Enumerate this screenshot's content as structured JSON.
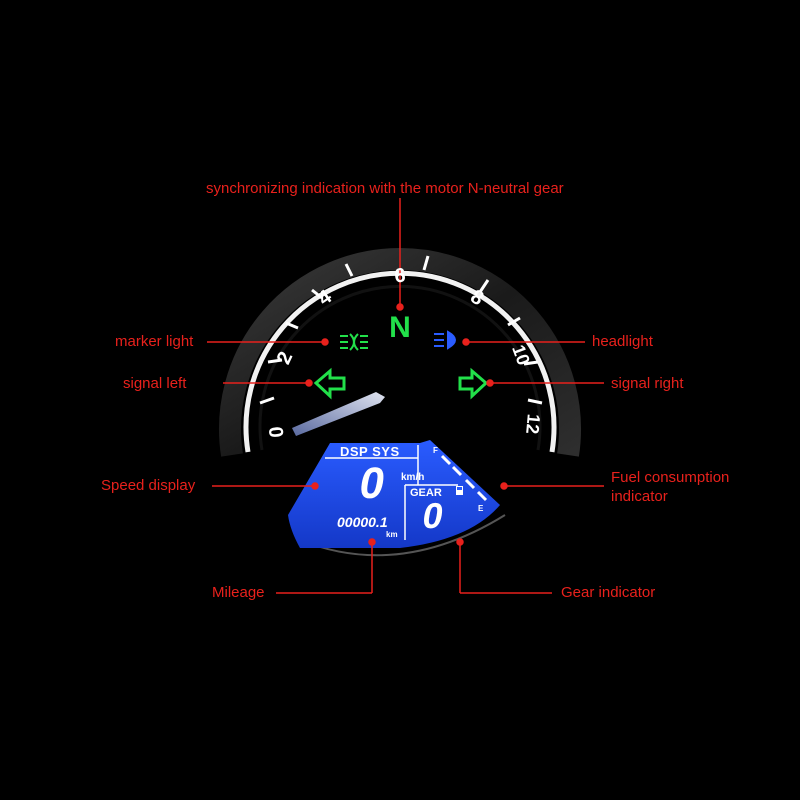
{
  "labels": {
    "neutral_sync": "synchronizing indication with the motor N-neutral gear",
    "marker_light": "marker light",
    "headlight": "headlight",
    "signal_left": "signal left",
    "signal_right": "signal right",
    "speed_display": "Speed display",
    "fuel_line1": "Fuel consumption",
    "fuel_line2": "indicator",
    "mileage": "Mileage",
    "gear_indicator": "Gear indicator"
  },
  "gauge": {
    "scale": [
      "0",
      "2",
      "4",
      "6",
      "8",
      "10",
      "12"
    ]
  },
  "indicators": {
    "neutral": "N",
    "marker_icon": "marker-light-icon",
    "headlight_icon": "headlight-icon",
    "left_icon": "arrow-left-icon",
    "right_icon": "arrow-right-icon"
  },
  "lcd": {
    "title": "DSP SYS",
    "speed": "0",
    "speed_unit": "km/h",
    "gear_label": "GEAR",
    "gear": "0",
    "mileage": "00000.1",
    "mileage_unit": "km",
    "fuel_full": "F",
    "fuel_empty": "E"
  },
  "colors": {
    "callout": "#e8211c",
    "lcd_background": "#1d4ff0",
    "indicator_green": "#22e04a",
    "headlight_blue": "#2a5cff",
    "gauge_arc": "#f2f2f2"
  }
}
